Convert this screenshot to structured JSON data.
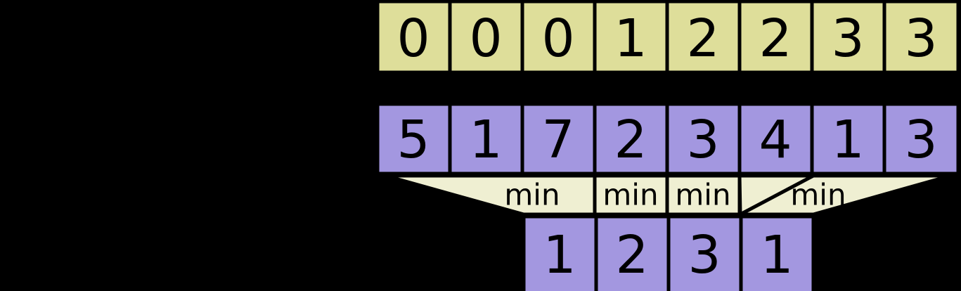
{
  "diagram": {
    "title": "Sparse table minimum reduction diagram",
    "background_color": "#000000",
    "border_color": "#000000",
    "colors": {
      "top_row_fill": "#DEDE9A",
      "middle_row_fill": "#A397E0",
      "bottom_row_fill": "#A397E0",
      "min_band_fill": "#EFEFD2"
    },
    "rows": {
      "top": {
        "name": "log-row",
        "fill": "#DEDE9A",
        "cells": [
          "0",
          "0",
          "0",
          "1",
          "2",
          "2",
          "3",
          "3"
        ]
      },
      "middle": {
        "name": "input-row",
        "fill": "#A397E0",
        "cells": [
          "5",
          "1",
          "7",
          "2",
          "3",
          "4",
          "1",
          "3"
        ]
      },
      "bottom": {
        "name": "result-row",
        "fill": "#A397E0",
        "cells": [
          "1",
          "2",
          "3",
          "1"
        ]
      }
    },
    "min_band": {
      "name": "min-operation-band",
      "fill": "#EFEFD2",
      "labels": [
        "min",
        "min",
        "min",
        "min"
      ]
    }
  }
}
